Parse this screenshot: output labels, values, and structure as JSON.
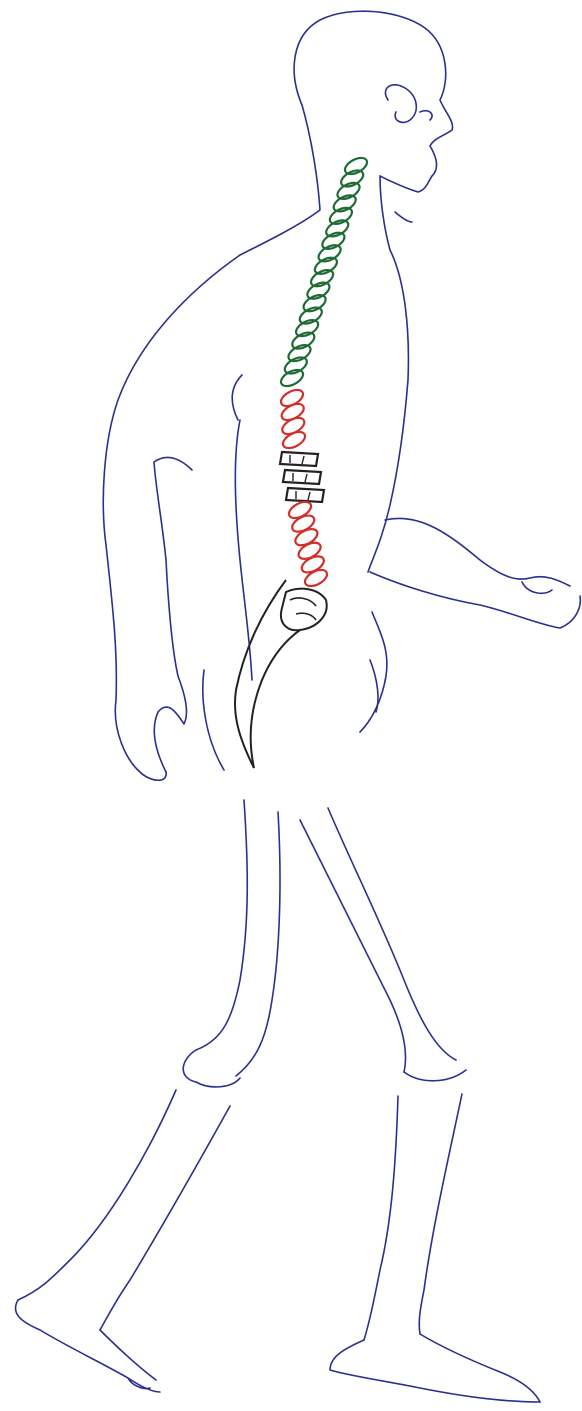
{
  "colors": {
    "background": "#ffffff",
    "body_outline": "#2b2f8f",
    "cervical_thoracic_spine": "#1e6b34",
    "lumbar_spine": "#d0302a",
    "sacrum_coccyx_and_blocks": "#222222"
  },
  "spine": {
    "green_coil_count": 18,
    "red_upper_coil_count": 4,
    "red_lower_coil_count": 6,
    "black_block_count": 3
  }
}
